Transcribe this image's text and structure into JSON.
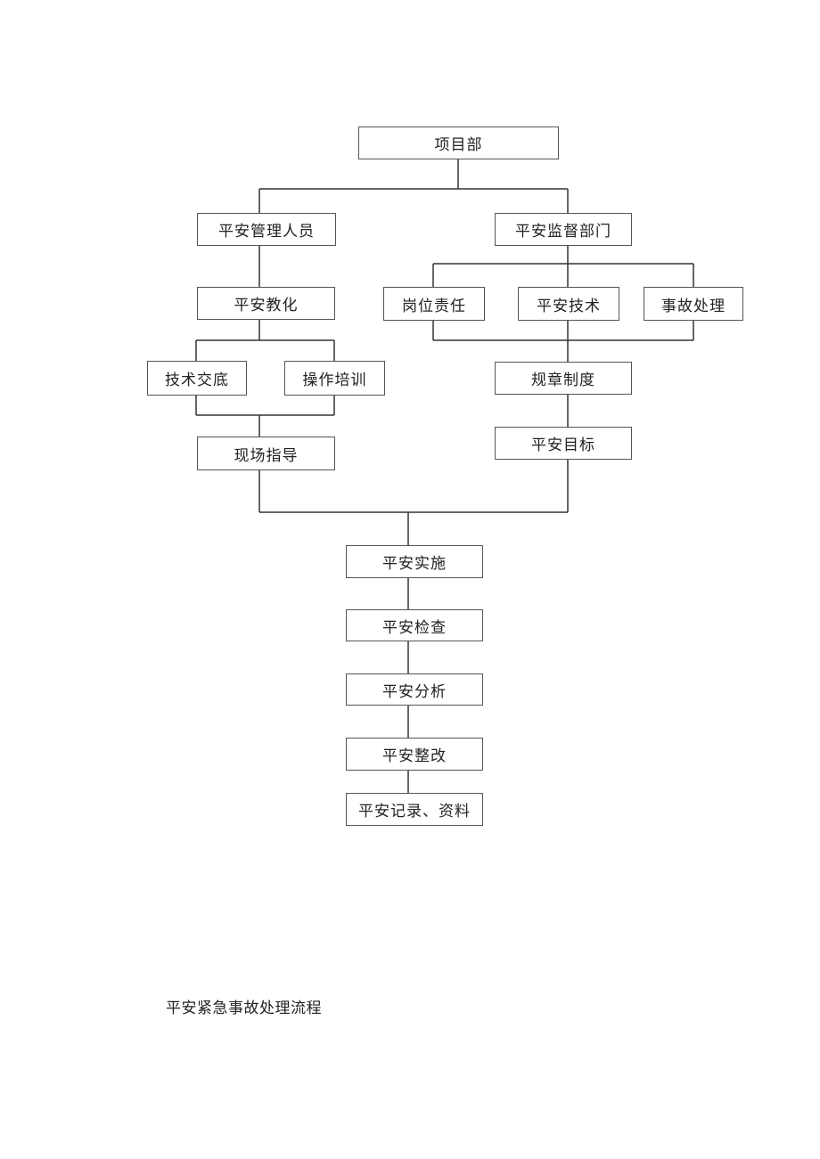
{
  "diagram": {
    "nodes": {
      "project": "项目部",
      "safety_manager": "平安管理人员",
      "safety_supervision": "平安监督部门",
      "safety_education": "平安教化",
      "post_responsibility": "岗位责任",
      "safety_technology": "平安技术",
      "accident_handling": "事故处理",
      "technical_disclosure": "技术交底",
      "operation_training": "操作培训",
      "rules_system": "规章制度",
      "site_guidance": "现场指导",
      "safety_goal": "平安目标",
      "safety_implementation": "平安实施",
      "safety_inspection": "平安检查",
      "safety_analysis": "平安分析",
      "safety_rectification": "平安整改",
      "safety_records": "平安记录、资料"
    }
  },
  "caption": "平安紧急事故处理流程"
}
